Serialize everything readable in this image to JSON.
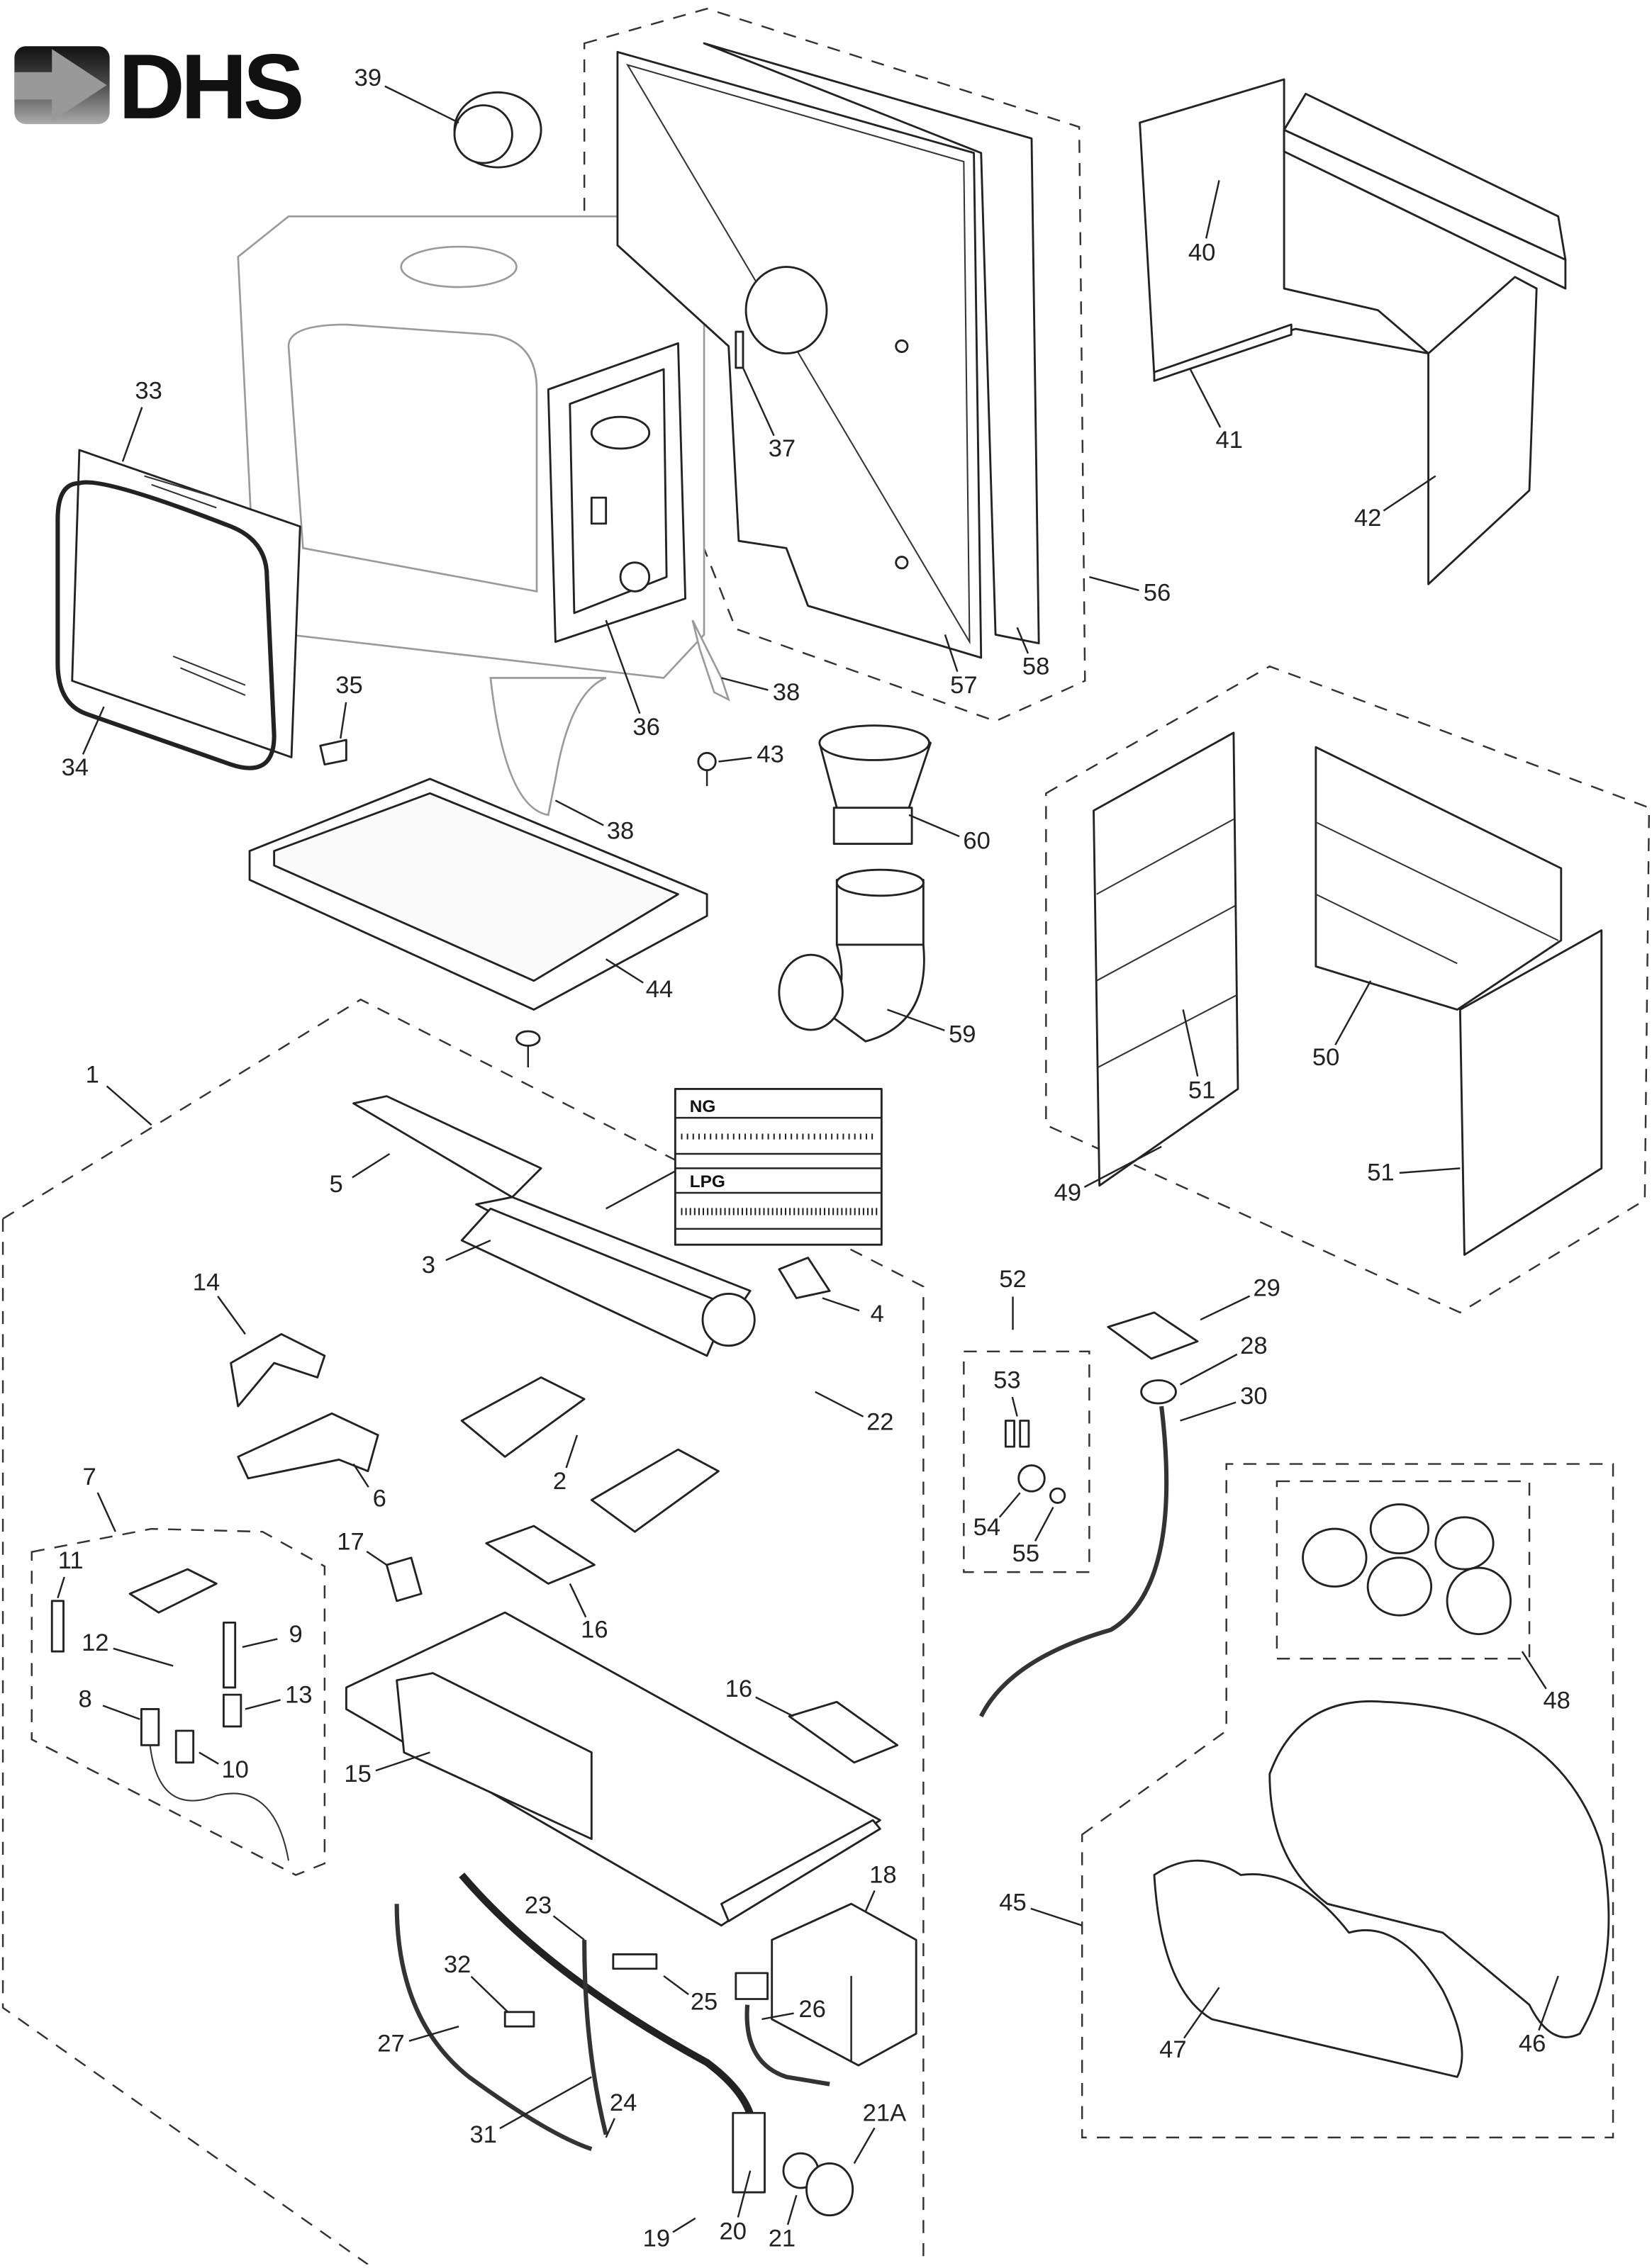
{
  "brand": {
    "name": "DHS"
  },
  "diagram": {
    "title": "Exploded parts diagram - gas stove",
    "gas_labels": {
      "ng": "NG",
      "lpg": "LPG"
    },
    "callouts": [
      "39",
      "33",
      "34",
      "35",
      "36",
      "37",
      "38",
      "38",
      "40",
      "41",
      "42",
      "43",
      "44",
      "56",
      "57",
      "58",
      "60",
      "59",
      "1",
      "5",
      "3",
      "4",
      "14",
      "6",
      "2",
      "22",
      "52",
      "53",
      "54",
      "55",
      "29",
      "28",
      "30",
      "7",
      "11",
      "9",
      "12",
      "13",
      "8",
      "10",
      "17",
      "16",
      "16",
      "15",
      "18",
      "23",
      "25",
      "26",
      "32",
      "27",
      "31",
      "24",
      "21A",
      "19",
      "20",
      "21",
      "48",
      "45",
      "47",
      "46",
      "49",
      "50",
      "51",
      "51"
    ]
  }
}
